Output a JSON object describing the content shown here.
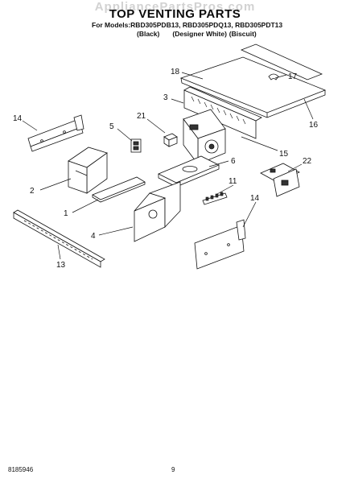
{
  "watermark": "AppliancePartsPros.com",
  "title": "TOP VENTING PARTS",
  "models_line": "For Models:RBD305PDB13, RBD305PDQ13, RBD305PDT13",
  "variants": [
    "(Black)",
    "(Designer White)",
    "(Biscuit)"
  ],
  "callouts": [
    "18",
    "17",
    "3",
    "16",
    "14",
    "21",
    "5",
    "15",
    "22",
    "6",
    "2",
    "11",
    "1",
    "14",
    "4",
    "13"
  ],
  "footer": {
    "doc_number": "8185946",
    "page": "9"
  }
}
